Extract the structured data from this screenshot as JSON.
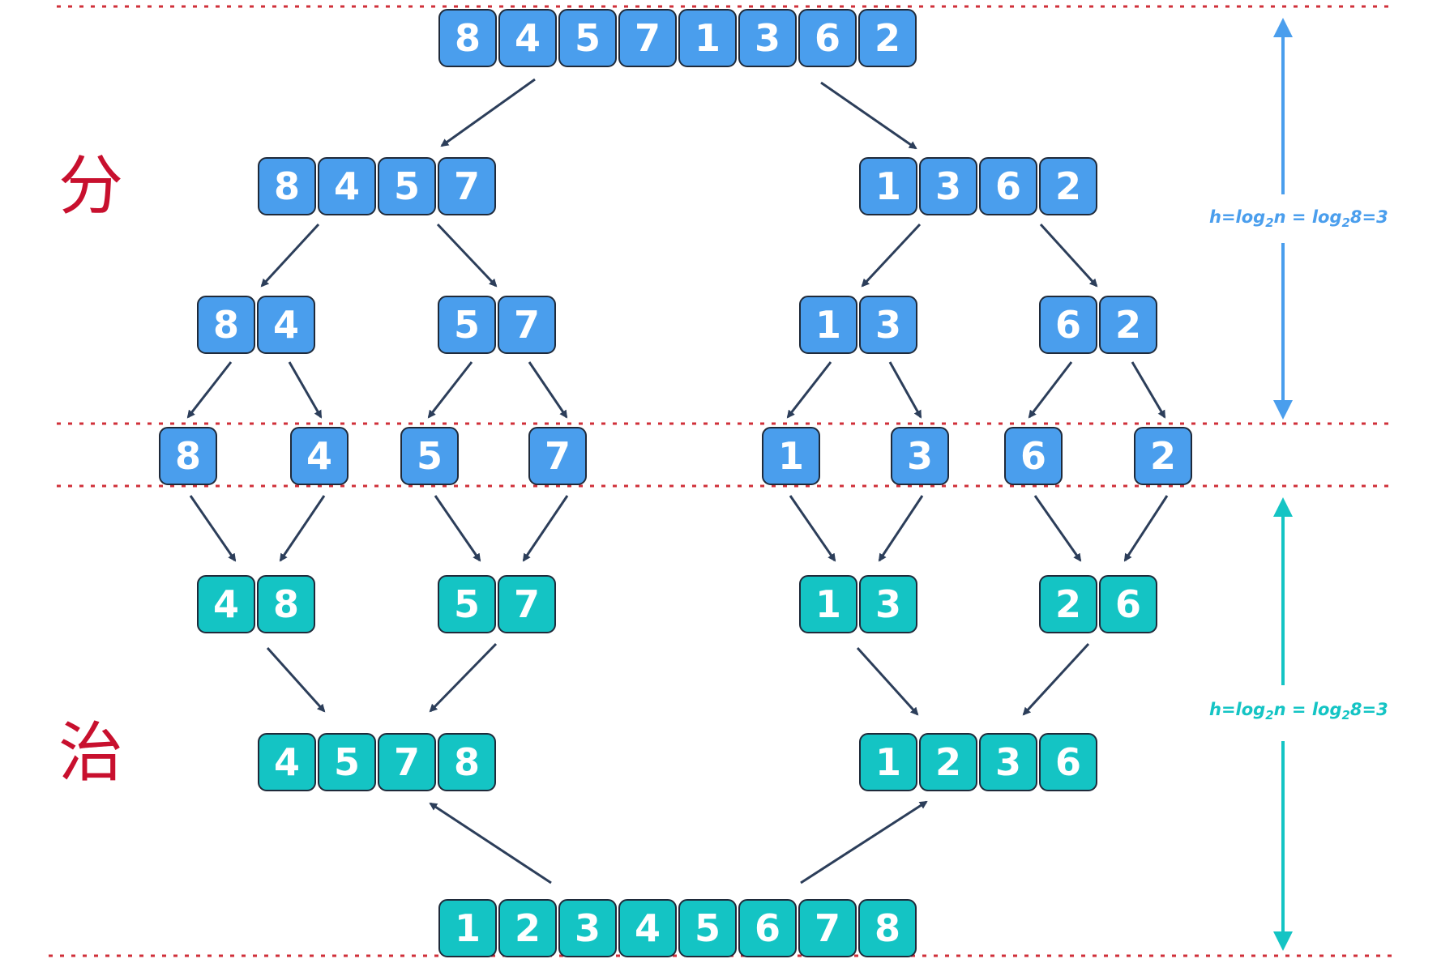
{
  "phase_labels": {
    "divide": "分",
    "conquer": "治"
  },
  "height_annotations": {
    "divide": {
      "prefix": "h=log",
      "sub1": "2",
      "mid": "n = log",
      "sub2": "2",
      "suffix": "8=3",
      "color": "#4a9eed"
    },
    "conquer": {
      "prefix": "h=log",
      "sub1": "2",
      "mid": "n = log",
      "sub2": "2",
      "suffix": "8=3",
      "color": "#14c4c4"
    }
  },
  "colors": {
    "split": "#4a9eed",
    "merge": "#14c4c4",
    "arrow": "#2c3e5a",
    "level_line": "#d0303a",
    "cell_border": "#1f2a3a"
  },
  "arrays": {
    "split": [
      [
        [
          "8",
          "4",
          "5",
          "7",
          "1",
          "3",
          "6",
          "2"
        ]
      ],
      [
        [
          "8",
          "4",
          "5",
          "7"
        ],
        [
          "1",
          "3",
          "6",
          "2"
        ]
      ],
      [
        [
          "8",
          "4"
        ],
        [
          "5",
          "7"
        ],
        [
          "1",
          "3"
        ],
        [
          "6",
          "2"
        ]
      ],
      [
        [
          "8"
        ],
        [
          "4"
        ],
        [
          "5"
        ],
        [
          "7"
        ],
        [
          "1"
        ],
        [
          "3"
        ],
        [
          "6"
        ],
        [
          "2"
        ]
      ]
    ],
    "merge": [
      [
        [
          "4",
          "8"
        ],
        [
          "5",
          "7"
        ],
        [
          "1",
          "3"
        ],
        [
          "2",
          "6"
        ]
      ],
      [
        [
          "4",
          "5",
          "7",
          "8"
        ],
        [
          "1",
          "2",
          "3",
          "6"
        ]
      ],
      [
        [
          "1",
          "2",
          "3",
          "4",
          "5",
          "6",
          "7",
          "8"
        ]
      ]
    ]
  }
}
